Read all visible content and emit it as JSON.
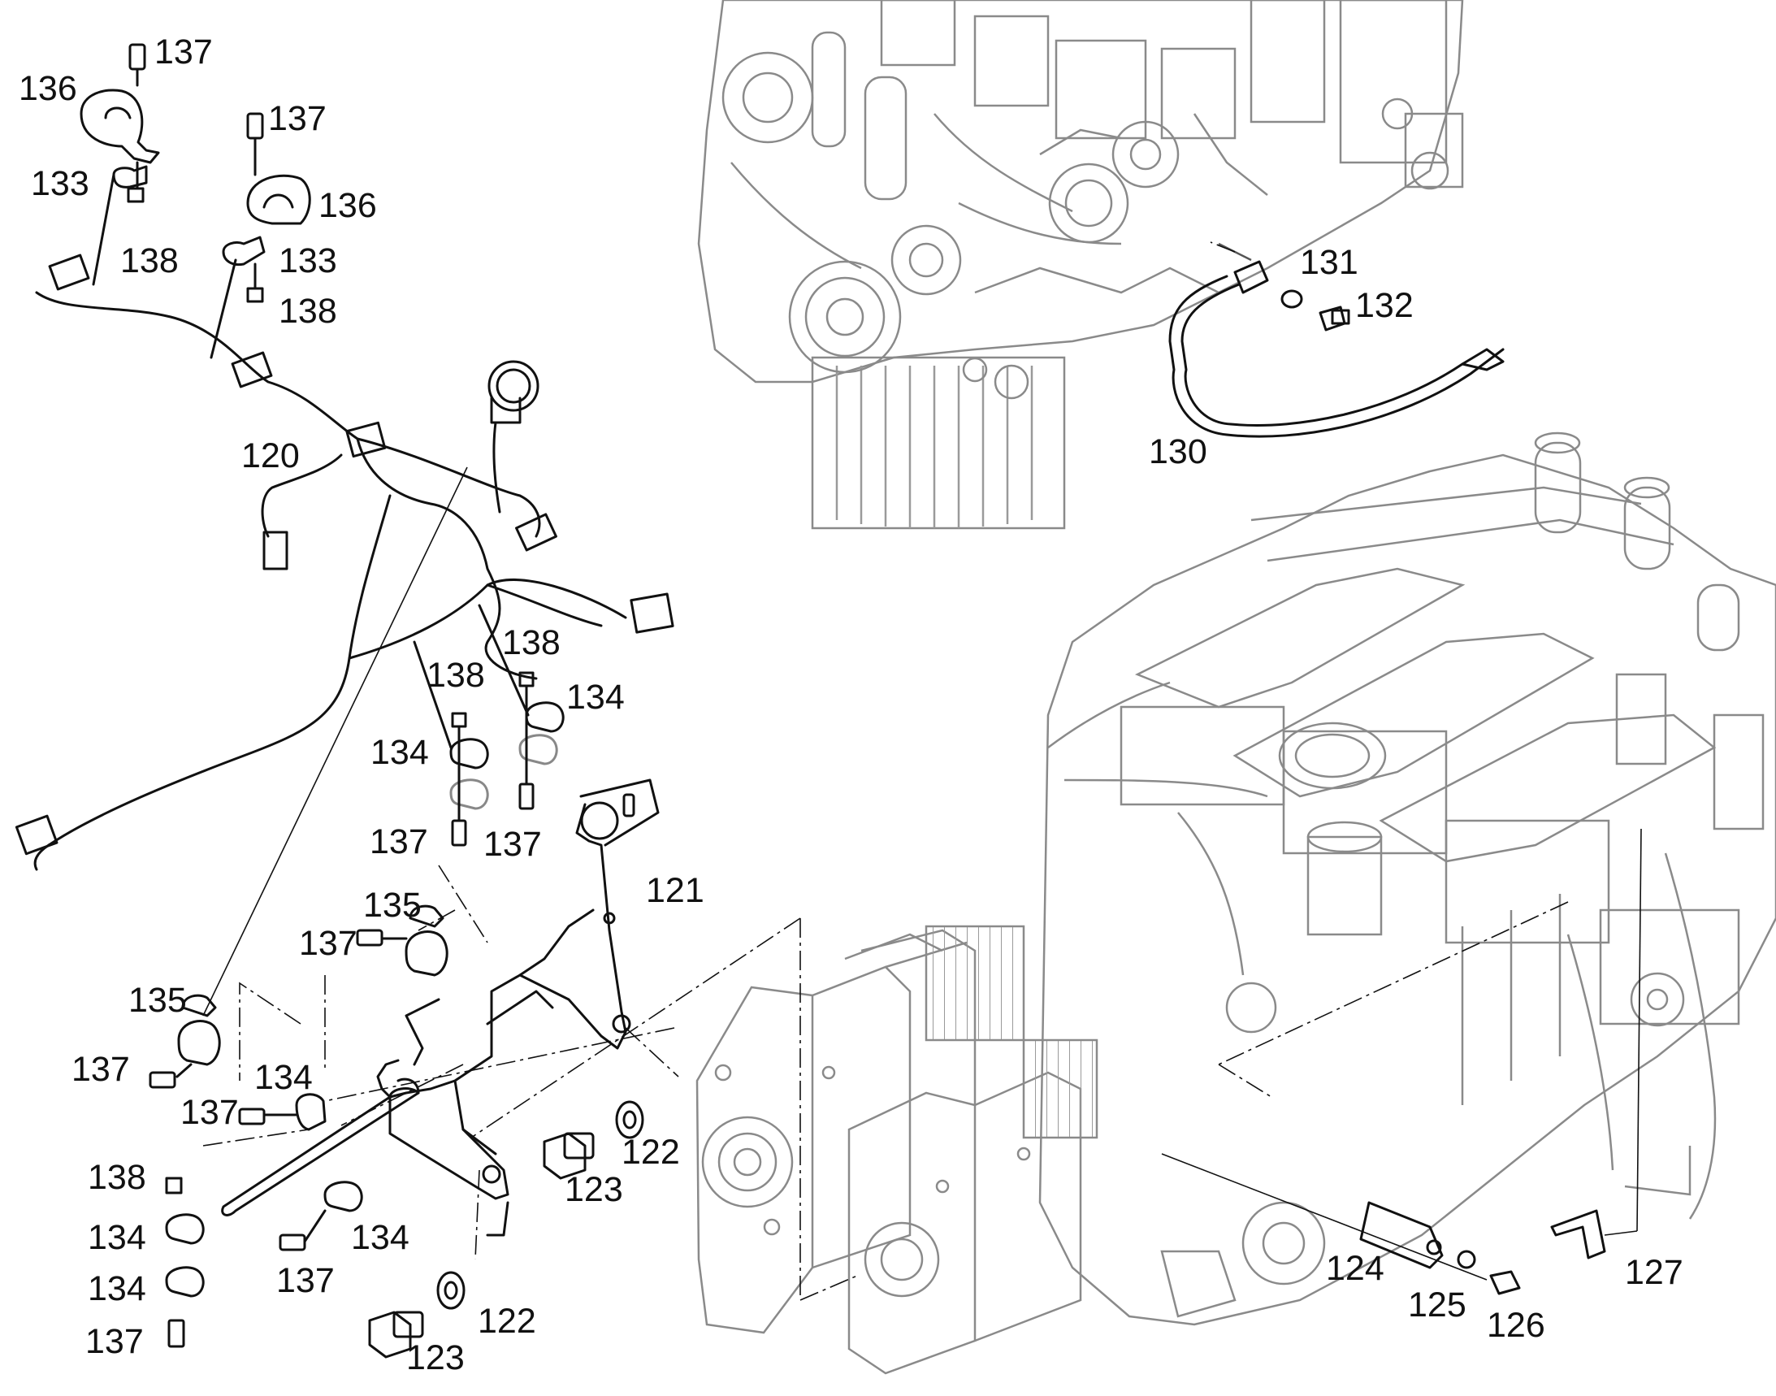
{
  "diagram": {
    "colors": {
      "line": "#111111",
      "engine_line": "#8a8a8a",
      "background": "#ffffff"
    },
    "callouts": {
      "c120": "120",
      "c121": "121",
      "c122a": "122",
      "c122b": "122",
      "c123a": "123",
      "c123b": "123",
      "c124": "124",
      "c125": "125",
      "c126": "126",
      "c127": "127",
      "c130": "130",
      "c131": "131",
      "c132": "132",
      "c133a": "133",
      "c133b": "133",
      "c134a": "134",
      "c134b": "134",
      "c134c": "134",
      "c134d": "134",
      "c134e": "134",
      "c134f": "134",
      "c135a": "135",
      "c135b": "135",
      "c136a": "136",
      "c136b": "136",
      "c137a": "137",
      "c137b": "137",
      "c137c": "137",
      "c137d": "137",
      "c137e": "137",
      "c137f": "137",
      "c137g": "137",
      "c137h": "137",
      "c137i": "137",
      "c138a": "138",
      "c138b": "138",
      "c138c": "138",
      "c138d": "138",
      "c138e": "138"
    }
  }
}
